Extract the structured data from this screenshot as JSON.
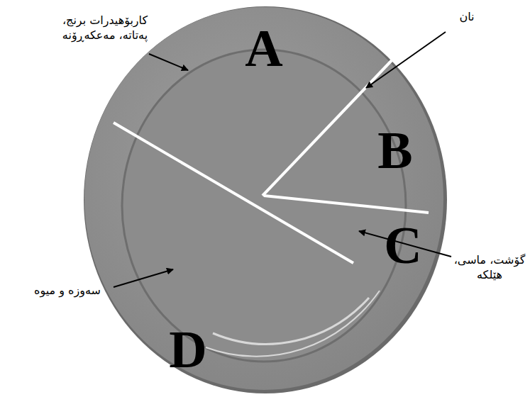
{
  "diagram": {
    "labels": [
      "کاربۆهیدرات برنج، پەتاتە، مەعکەڕۆنە",
      "A",
      "نان",
      "B",
      "C",
      "گۆشت، ماسی، هێلکە",
      "سەوزە و میوە",
      "D"
    ]
  }
}
